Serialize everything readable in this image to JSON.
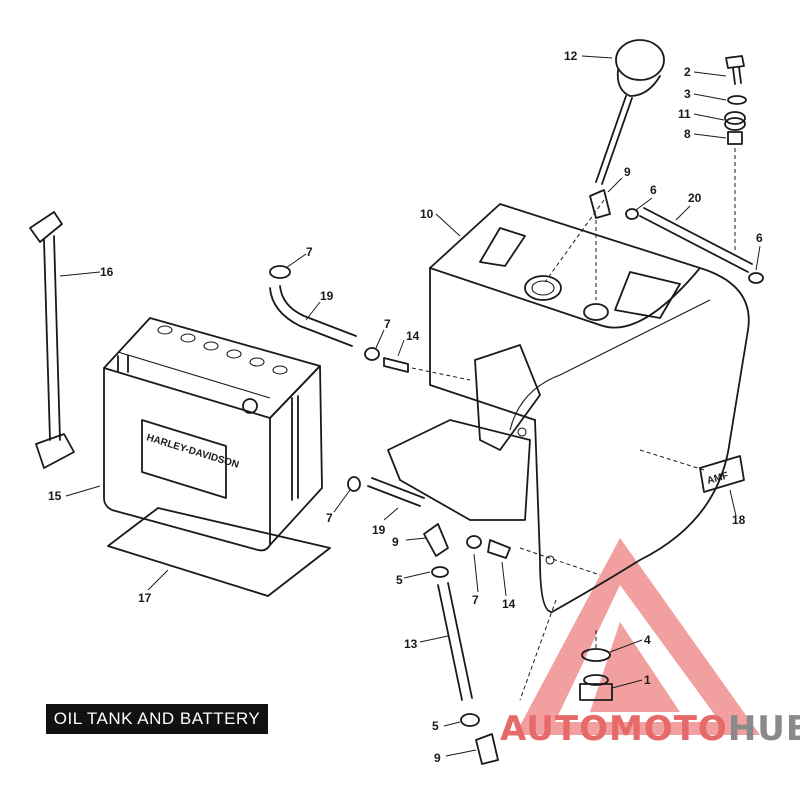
{
  "caption": "OIL TANK AND BATTERY",
  "battery_label": "HARLEY-DAVIDSON",
  "emblem_label": "AMF",
  "watermark": {
    "part1": "AUTOMOTO",
    "part2": "HUB",
    "color_red": "#e66a6a",
    "color_gray": "#8a8a8a"
  },
  "callouts": {
    "c1": "1",
    "c2": "2",
    "c3": "3",
    "c4": "4",
    "c5a": "5",
    "c5b": "5",
    "c6a": "6",
    "c6b": "6",
    "c7a": "7",
    "c7b": "7",
    "c7c": "7",
    "c7d": "7",
    "c8": "8",
    "c9a": "9",
    "c9b": "9",
    "c9c": "9",
    "c10": "10",
    "c11": "11",
    "c12": "12",
    "c13": "13",
    "c14a": "14",
    "c14b": "14",
    "c15": "15",
    "c16": "16",
    "c17": "17",
    "c18": "18",
    "c19a": "19",
    "c19b": "19",
    "c20": "20"
  }
}
